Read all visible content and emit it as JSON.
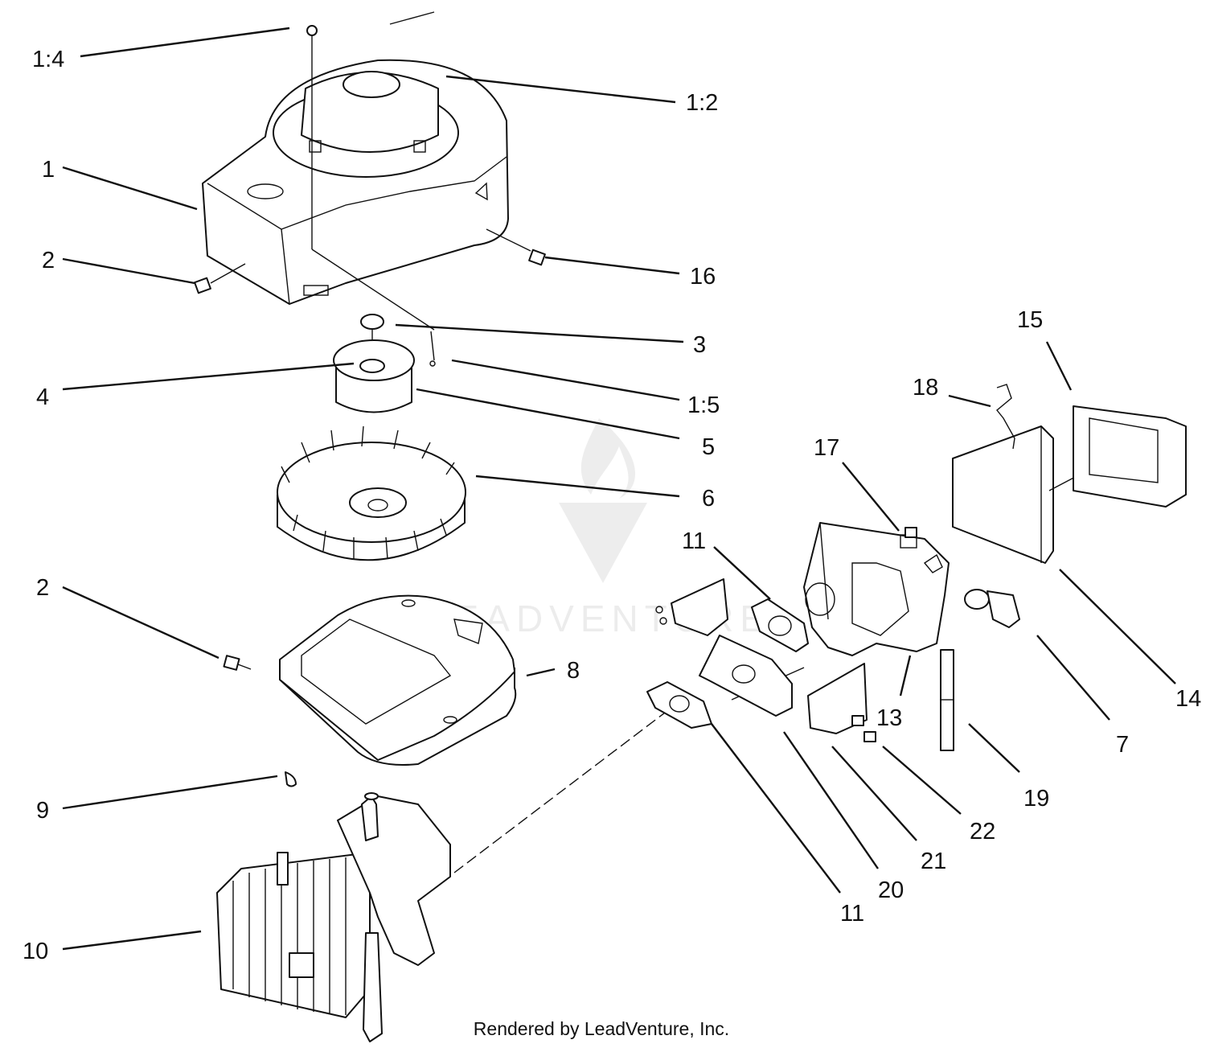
{
  "labels": {
    "l_1_4": "1:4",
    "l_1_2": "1:2",
    "l_1": "1",
    "l_2a": "2",
    "l_16": "16",
    "l_3": "3",
    "l_1_5": "1:5",
    "l_4": "4",
    "l_5": "5",
    "l_6": "6",
    "l_2b": "2",
    "l_8": "8",
    "l_9": "9",
    "l_10": "10",
    "l_15": "15",
    "l_18": "18",
    "l_17": "17",
    "l_11a": "11",
    "l_13": "13",
    "l_14": "14",
    "l_7": "7",
    "l_19": "19",
    "l_22": "22",
    "l_21": "21",
    "l_20": "20",
    "l_11b": "11"
  },
  "footer": "Rendered by LeadVenture, Inc.",
  "watermark": "LEADVENTURE"
}
